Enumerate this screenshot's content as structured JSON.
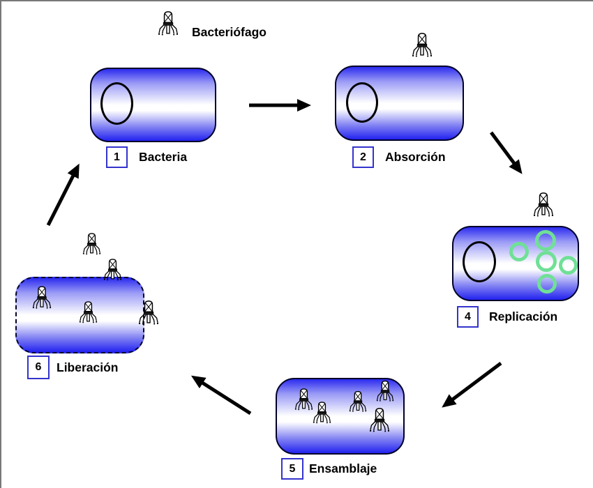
{
  "legend": {
    "label": "Bacteriófago"
  },
  "steps": [
    {
      "number": "1",
      "label": "Bacteria"
    },
    {
      "number": "2",
      "label": "Absorción"
    },
    {
      "number": "4",
      "label": "Replicación"
    },
    {
      "number": "5",
      "label": "Ensamblaje"
    },
    {
      "number": "6",
      "label": "Liberación"
    }
  ],
  "icons": {
    "bacteriophage": "phage-shape (capsid head with X, collar, tail, legs)"
  },
  "colors": {
    "cell_blue": "#2b2bef",
    "cell_border": "#000028",
    "number_box_border": "#3333cc",
    "replication_ring_green": "#6fe096",
    "arrow_black": "#000000"
  }
}
